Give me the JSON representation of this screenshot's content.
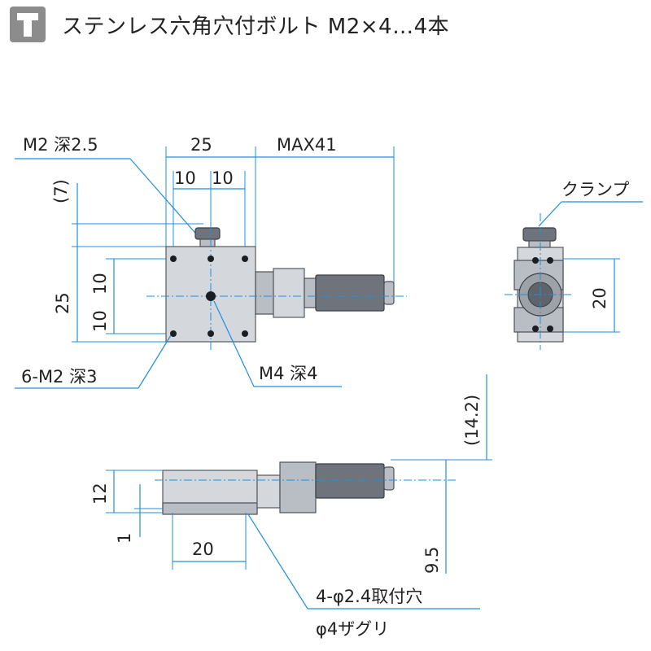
{
  "header": {
    "icon": "hex-bolt-icon",
    "title": "ステンレス六角穴付ボルト M2×4…4本"
  },
  "labels": {
    "m2_depth": "M2 深2.5",
    "dim_25_top": "25",
    "dim_max41": "MAX41",
    "dim_10_a": "10",
    "dim_10_b": "10",
    "dim_7": "(7)",
    "dim_25_left": "25",
    "dim_10_c": "10",
    "dim_10_d": "10",
    "six_m2": "6-M2 深3",
    "m4_depth": "M4 深4",
    "clamp": "クランプ",
    "dim_20_side": "20",
    "dim_14_2": "(14.2)",
    "dim_12": "12",
    "dim_1": "1",
    "dim_20_bottom": "20",
    "dim_9_5": "9.5",
    "mount_holes": "4-φ2.4取付穴",
    "counterbore": "φ4ザグリ"
  },
  "colors": {
    "dimension_line": "#1e8fe0",
    "body": "#d4d7dc",
    "dark_part": "#6f747c",
    "icon_bg": "#8c8c8c"
  }
}
